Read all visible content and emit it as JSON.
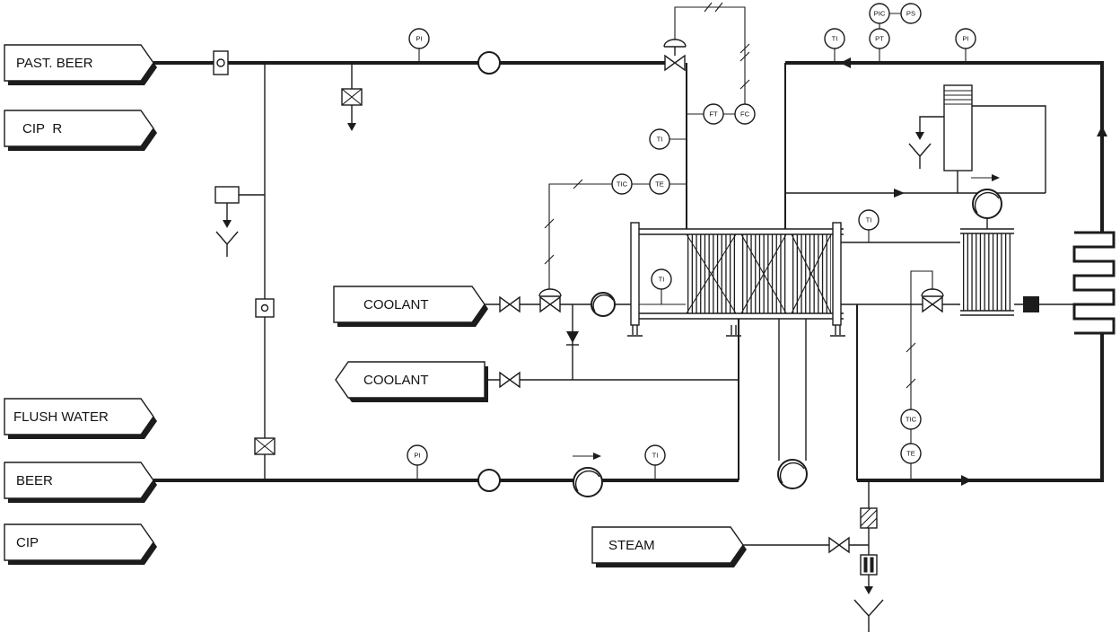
{
  "diagram": {
    "kind": "piping-and-instrumentation-diagram",
    "colors": {
      "line": "#1c1c1c",
      "background": "#ffffff"
    }
  },
  "banners": {
    "past_beer": {
      "label": "PAST. BEER"
    },
    "cip_return": {
      "label": "CIP  R"
    },
    "flush_water": {
      "label": "FLUSH WATER"
    },
    "beer": {
      "label": "BEER"
    },
    "cip": {
      "label": "CIP"
    },
    "coolant_supply": {
      "label": "COOLANT"
    },
    "coolant_return": {
      "label": "COOLANT"
    },
    "steam": {
      "label": "STEAM"
    }
  },
  "instruments": {
    "pi_pasteurized": {
      "tag": "PI"
    },
    "ti_top_right": {
      "tag": "TI"
    },
    "pic": {
      "tag": "PIC"
    },
    "ps": {
      "tag": "PS"
    },
    "pt": {
      "tag": "PT"
    },
    "pi_loop": {
      "tag": "PI"
    },
    "ti_outlet": {
      "tag": "TI"
    },
    "ft": {
      "tag": "FT"
    },
    "fc": {
      "tag": "FC"
    },
    "tic_coolant": {
      "tag": "TIC"
    },
    "te_coolant": {
      "tag": "TE"
    },
    "ti_hx": {
      "tag": "TI"
    },
    "ti_regen": {
      "tag": "TI"
    },
    "pi_beer": {
      "tag": "PI"
    },
    "ti_beer": {
      "tag": "TI"
    },
    "tic_heater": {
      "tag": "TIC"
    },
    "te_heater": {
      "tag": "TE"
    }
  }
}
